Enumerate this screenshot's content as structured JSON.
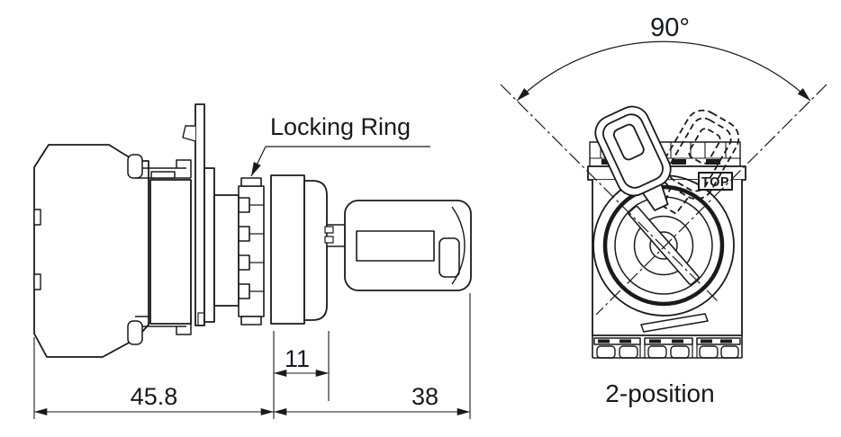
{
  "drawing": {
    "type": "technical-drawing-key-selector-switch",
    "labels": {
      "locking_ring": "Locking Ring",
      "angle": "90°",
      "top_marking": "TOP",
      "position": "2-position"
    },
    "dimensions": {
      "overall_length": "45.8",
      "bezel_depth": "11",
      "key_length": "38"
    },
    "colors": {
      "line": "#1a1a1a",
      "text": "#161a20",
      "background": "#ffffff"
    }
  }
}
